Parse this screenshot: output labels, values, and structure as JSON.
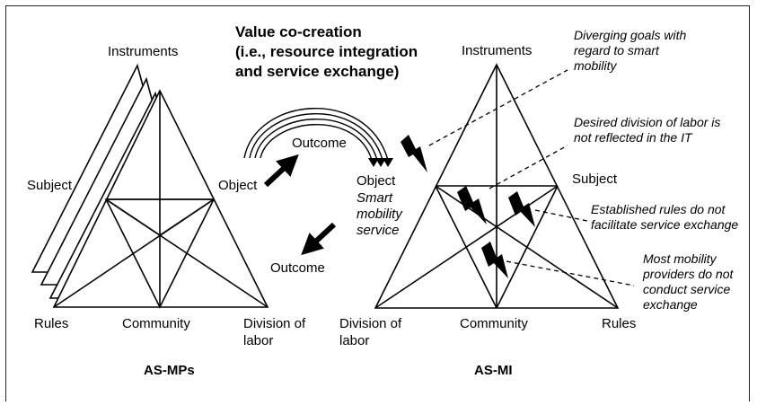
{
  "title": {
    "line1": "Value co-creation",
    "line2": "(i.e., resource integration",
    "line3": "and service exchange)"
  },
  "left_system": {
    "name": "AS-MPs",
    "instruments": "Instruments",
    "subject": "Subject",
    "object": "Object",
    "rules": "Rules",
    "community": "Community",
    "division_line1": "Division of",
    "division_line2": "labor"
  },
  "center": {
    "outcome_top": "Outcome",
    "object": "Object",
    "service_line1": "Smart",
    "service_line2": "mobility",
    "service_line3": "service",
    "outcome_bottom": "Outcome"
  },
  "right_system": {
    "name": "AS-MI",
    "instruments": "Instruments",
    "subject": "Subject",
    "rules": "Rules",
    "community": "Community",
    "division_line1": "Division of",
    "division_line2": "labor"
  },
  "tensions": [
    {
      "lines": [
        "Diverging goals with",
        "regard to smart",
        "mobility"
      ]
    },
    {
      "lines": [
        "Desired division of labor is",
        "not reflected in the IT"
      ]
    },
    {
      "lines": [
        "Established rules do not",
        "facilitate service exchange"
      ]
    },
    {
      "lines": [
        "Most mobility",
        "providers do not",
        "conduct service",
        "exchange"
      ]
    }
  ],
  "icons": [
    "lightning-bolt-icon",
    "arrow-icon"
  ]
}
